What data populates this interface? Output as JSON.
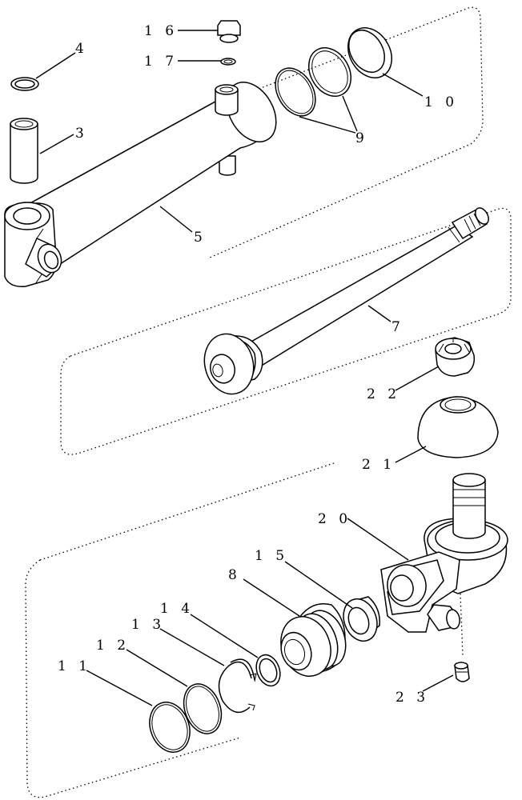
{
  "labels": {
    "p3": "3",
    "p4": "4",
    "p5": "5",
    "p7": "7",
    "p8": "8",
    "p9": "9",
    "p10": "1 0",
    "p11": "1 1",
    "p12": "1 2",
    "p13": "1 3",
    "p14": "1 4",
    "p15": "1 5",
    "p16": "1 6",
    "p17": "1 7",
    "p20": "2 0",
    "p21": "2 1",
    "p22": "2 2",
    "p23": "2 3"
  }
}
